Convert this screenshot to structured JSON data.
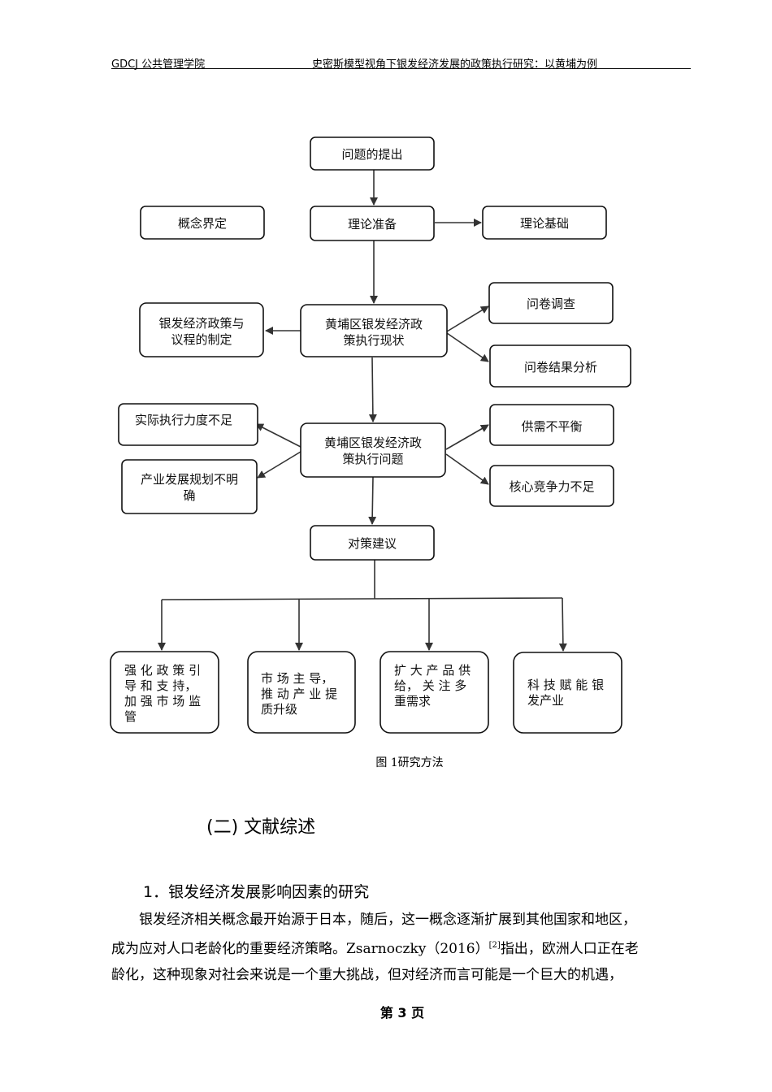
{
  "header": {
    "left": "GDCJ 公共管理学院",
    "right": "史密斯模型视角下银发经济发展的政策执行研究：以黄埔为例"
  },
  "flowchart": {
    "nodes": {
      "problem": [
        "问题的提出"
      ],
      "concept": [
        "概念界定"
      ],
      "theory_prep": [
        "理论准备"
      ],
      "theory_basis": [
        "理论基础"
      ],
      "policy_making": [
        "银发经济政策与",
        "议程的制定"
      ],
      "status": [
        "黄埔区银发经济政",
        "策执行现状"
      ],
      "survey": [
        "问卷调查"
      ],
      "survey_analysis": [
        "问卷结果分析"
      ],
      "insufficient_exec": [
        "实际执行力度不足"
      ],
      "issues": [
        "黄埔区银发经济政",
        "策执行问题"
      ],
      "supply_demand": [
        "供需不平衡"
      ],
      "unclear_plan": [
        "产业发展规划不明",
        "确"
      ],
      "core_comp": [
        "核心竞争力不足"
      ],
      "suggestions": [
        "对策建议"
      ],
      "s1": [
        "强 化 政 策 引",
        "导 和 支 持，",
        "加 强 市 场 监",
        "管"
      ],
      "s2": [
        "市 场 主 导，",
        "推 动 产 业 提",
        "质升级"
      ],
      "s3": [
        "扩 大 产 品 供",
        "给， 关 注 多",
        "重需求"
      ],
      "s4": [
        "科 技 赋 能 银",
        "发产业"
      ]
    }
  },
  "caption": "图 1研究方法",
  "section_title": "(二) 文献综述",
  "subsection_title": "1．银发经济发展影响因素的研究",
  "paragraph": {
    "line1": "银发经济相关概念最开始源于日本，随后，这一概念逐渐扩展到其他国家和地区，",
    "line2a": "成为应对人口老龄化的重要经济策略。Zsarnoczky（2016）",
    "line2_cite": "[2]",
    "line2b": "指出，欧洲人口正在老",
    "line3": "龄化，这种现象对社会来说是一个重大挑战，但对经济而言可能是一个巨大的机遇，"
  },
  "page_number": "第 3 页"
}
